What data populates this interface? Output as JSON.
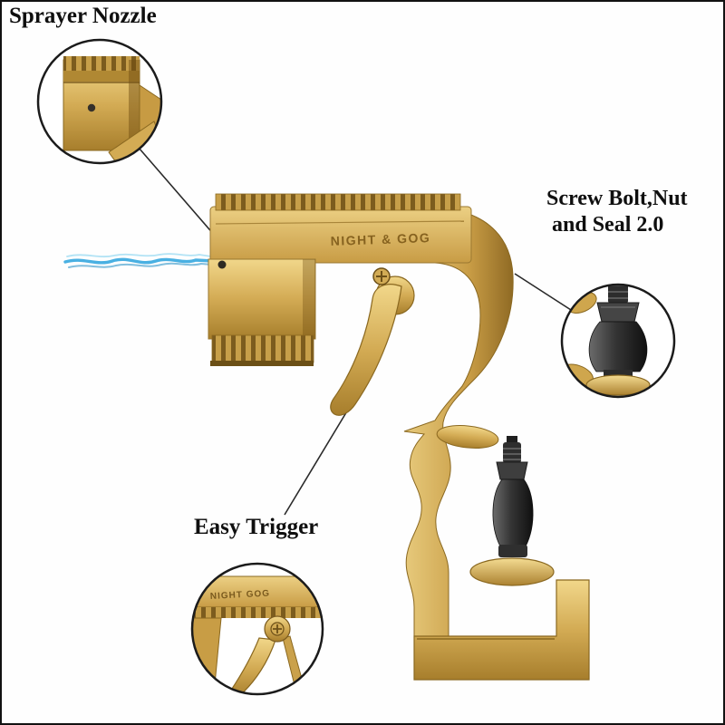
{
  "labels": {
    "sprayer_nozzle": "Sprayer Nozzle",
    "screw_bolt_line1": "Screw Bolt,Nut",
    "screw_bolt_line2": "and Seal 2.0",
    "easy_trigger": "Easy Trigger"
  },
  "product": {
    "brand_text": "NIGHT & GOG",
    "brand_text_closeup": "NIGHT GOG"
  },
  "colors": {
    "gold": "#d4ab55",
    "gold_dark": "#8a6820",
    "gold_light": "#f2d98c",
    "metal_dark": "#2d2d2d",
    "spray_blue": "#49b0e2",
    "outline_black": "#1b1b1b",
    "label_text": "#0f0f0f",
    "background": "#fefefe"
  }
}
